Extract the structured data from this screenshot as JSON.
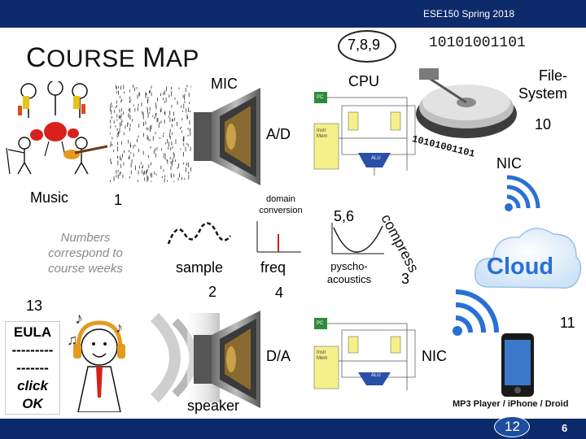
{
  "header": {
    "course": "ESE150 Spring 2018"
  },
  "title": {
    "first_cap": "C",
    "first_rest": "OURSE",
    "second_cap": "M",
    "second_rest": "AP"
  },
  "labels": {
    "mic": "MIC",
    "cpu": "CPU",
    "ad": "A/D",
    "da": "D/A",
    "filesystem_line1": "File-",
    "filesystem_line2": "System",
    "nic_top": "NIC",
    "nic_bottom": "NIC",
    "music": "Music",
    "domain_conversion_line1": "domain",
    "domain_conversion_line2": "conversion",
    "sample": "sample",
    "freq": "freq",
    "psychoacoustics_line1": "pyscho-",
    "psychoacoustics_line2": "acoustics",
    "compress": "compress",
    "speaker": "speaker",
    "mp3": "MP3 Player / iPhone / Droid",
    "cloud": "Cloud",
    "numbers_note_line1": "Numbers",
    "numbers_note_line2": "correspond to",
    "numbers_note_line3": "course weeks",
    "eula_line1": "EULA",
    "eula_line2": "---------",
    "eula_line3": "-------",
    "eula_line4": "click",
    "eula_line5": "OK",
    "pc": "PC",
    "instr_mem_line1": "Instr",
    "instr_mem_line2": "Mem",
    "alu": "ALU"
  },
  "binary": {
    "top": "10101001101",
    "diagonal": "10101001101"
  },
  "weeks": {
    "w789": "7,8,9",
    "w10": "10",
    "w1": "1",
    "w56": "5,6",
    "w2": "2",
    "w4": "4",
    "w3": "3",
    "w13": "13",
    "w11": "11",
    "w12": "12"
  },
  "slide_number": "6",
  "colors": {
    "topbar": "#0d2a6b",
    "cpu_block": "#f5f08a",
    "chip_green": "#2e8b3c",
    "alu_blue": "#2a4fa6",
    "cloud_blue": "#2a6fd6",
    "week12_fill": "#1e4d9e"
  },
  "icons": [
    "microphone-speaker-icon",
    "hard-disk-icon",
    "band-musicians-icon",
    "wifi-icon",
    "cloud-icon",
    "headphones-listener-icon",
    "music-note-icon",
    "sine-wave-icon",
    "spectrum-icon",
    "hearing-curve-icon"
  ]
}
